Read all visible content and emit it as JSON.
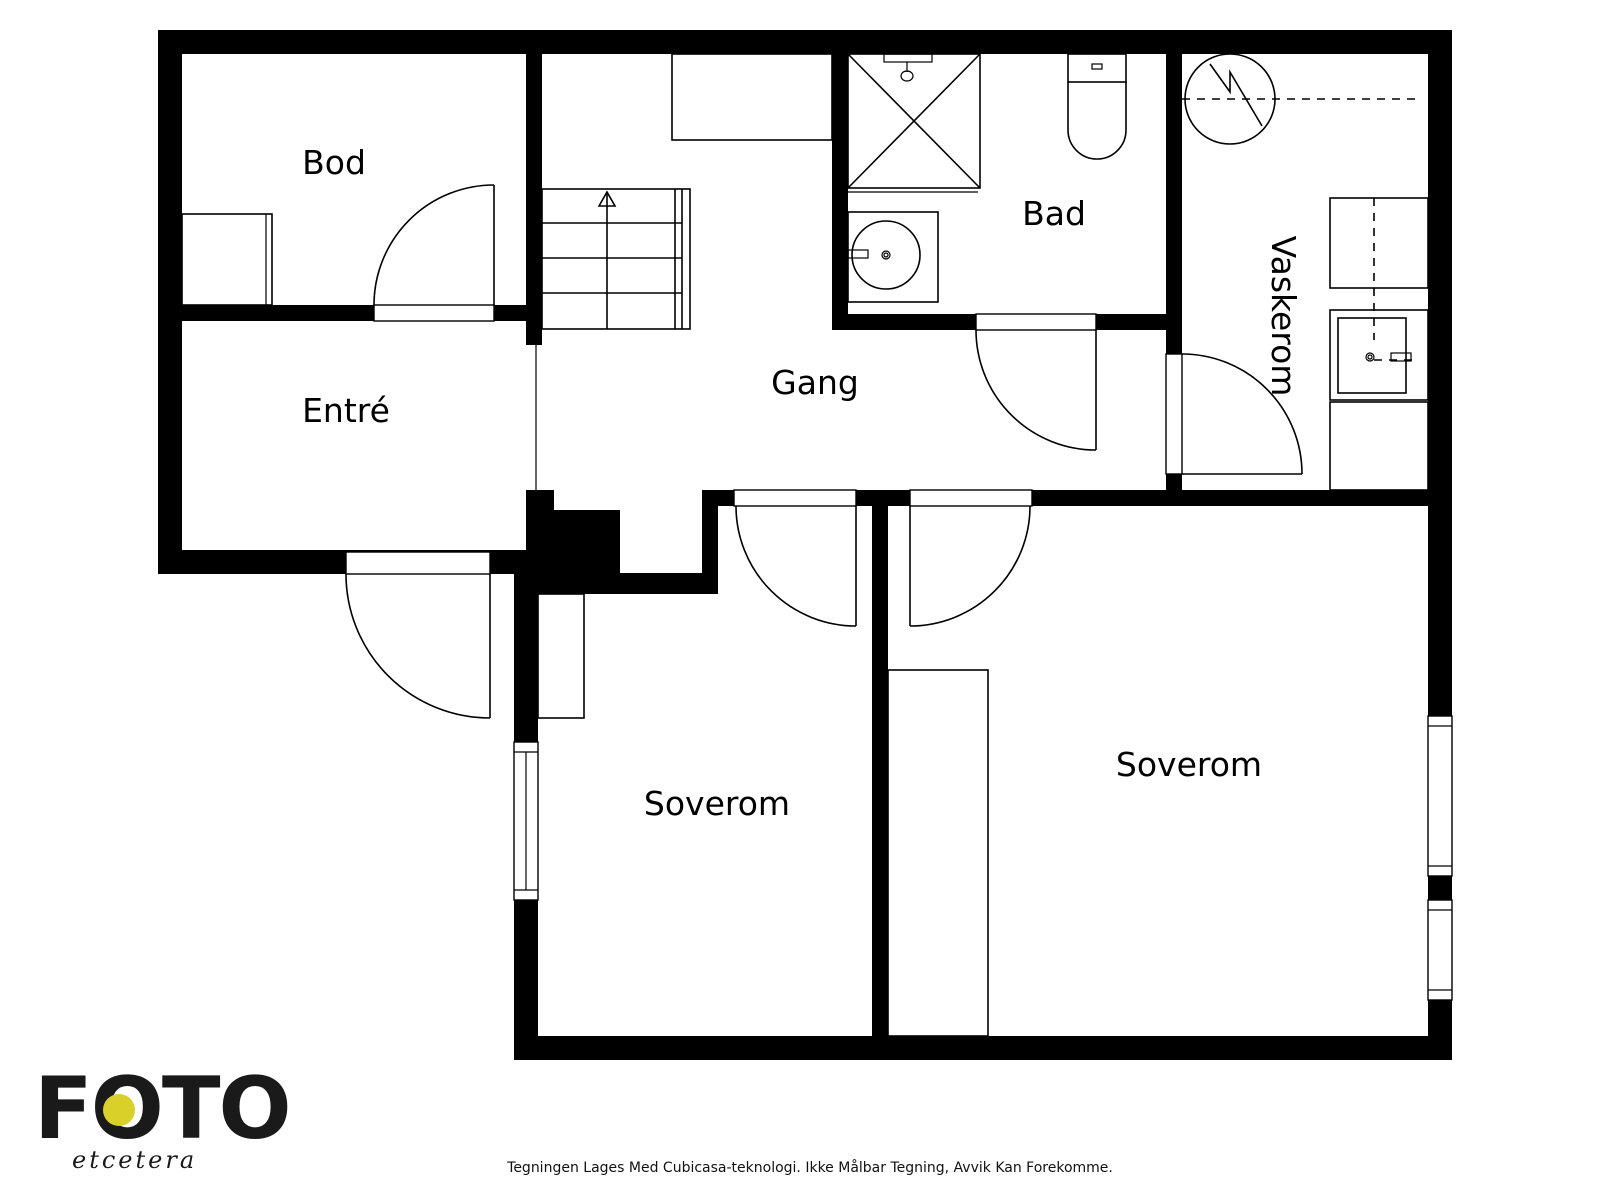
{
  "rooms": {
    "bod": "Bod",
    "entre": "Entré",
    "gang": "Gang",
    "bad": "Bad",
    "vaskerom": "Vaskerom",
    "soverom_left": "Soverom",
    "soverom_right": "Soverom"
  },
  "logo": {
    "brand": "FOTO",
    "tagline": "etcetera",
    "accent_color": "#d9d12a",
    "dark_color": "#1a1a1a"
  },
  "footer": {
    "disclaimer": "Tegningen Lages Med Cubicasa-teknologi. Ikke Målbar Tegning, Avvik Kan Forekomme."
  },
  "symbols": [
    "stair-arrow-icon",
    "shower-icon",
    "toilet-icon",
    "sink-icon",
    "water-heater-icon",
    "washer-icon",
    "door-swing-icon",
    "window-icon"
  ],
  "colors": {
    "wall": "#000000",
    "background": "#ffffff"
  }
}
